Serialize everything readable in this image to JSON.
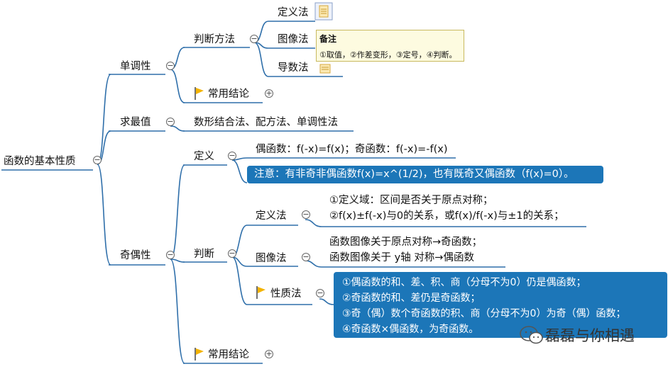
{
  "root": {
    "label": "函数的基本性质"
  },
  "monotonic": {
    "label": "单调性",
    "judge": {
      "label": "判断方法",
      "def": "定义法",
      "graph": "图像法",
      "deriv": "导数法"
    },
    "conclusion": "常用结论"
  },
  "note": {
    "title": "备注",
    "body": "①取值，②作差变形，③定号，④判断。"
  },
  "extremum": {
    "label": "求最值",
    "methods": "数形结合法、配方法、单调性法"
  },
  "parity": {
    "label": "奇偶性",
    "def": {
      "label": "定义",
      "text": "偶函数：f(-x)=f(x)；奇函数：f(-x)=-f(x)",
      "note": "注意：有非奇非偶函数f(x)=x^(1/2)，也有既奇又偶函数（f(x)=0）。"
    },
    "judge": {
      "label": "判断",
      "def": {
        "label": "定义法",
        "lines": [
          "①定义域：区间是否关于原点对称；",
          "②f(x)±f(-x)与0的关系，或f(x)/f(-x)与±1的关系；"
        ]
      },
      "graph": {
        "label": "图像法",
        "lines": [
          "函数图像关于原点对称→奇函数；",
          "函数图像关于 y轴 对称→偶函数"
        ]
      },
      "prop": {
        "label": "性质法",
        "lines": [
          "①偶函数的和、差、积、商（分母不为0）仍是偶函数；",
          "②奇函数的和、差仍是奇函数；",
          "③奇（偶）数个奇函数的积、商（分母不为0）为奇（偶）函数；",
          "④奇函数×偶函数，为奇函数。"
        ]
      }
    },
    "conclusion": "常用结论"
  },
  "watermark": "磊磊与你相遇",
  "colors": {
    "line": "#2f6faa",
    "box": "#1c76b8",
    "flag": "#f3b300"
  }
}
